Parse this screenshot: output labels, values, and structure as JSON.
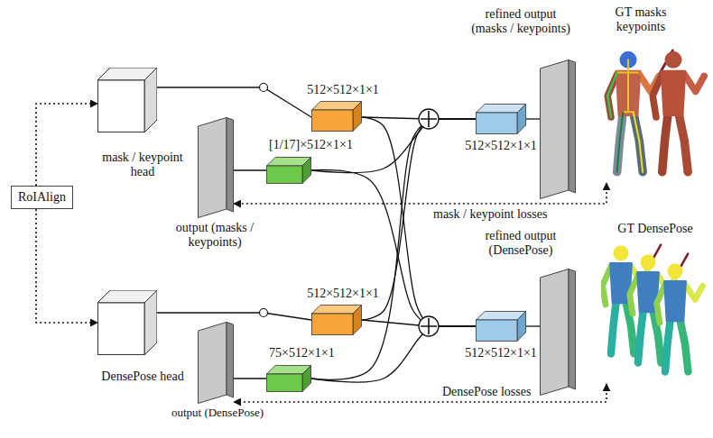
{
  "diagram": {
    "nodes": [
      {
        "text": [
          "RoIAlign"
        ]
      },
      {
        "text": [
          "mask / keypoint head"
        ]
      },
      {
        "text": [
          "output (masks / keypoints)"
        ]
      },
      {
        "text": [
          "512×512×1×1"
        ]
      },
      {
        "text": [
          "[1/17]×512×1×1"
        ]
      },
      {
        "text": [
          "512×512×1×1"
        ]
      },
      {
        "text": [
          "refined output (masks / keypoints)"
        ]
      },
      {
        "text": [
          "GT masks keypoints"
        ]
      },
      {
        "text": [
          "DensePose head"
        ]
      },
      {
        "text": [
          "output (DensePose)"
        ]
      },
      {
        "text": [
          "512×512×1×1"
        ]
      },
      {
        "text": [
          "75×512×1×1"
        ]
      },
      {
        "text": [
          "512×512×1×1"
        ]
      },
      {
        "text": [
          "refined output (DensePose)"
        ]
      },
      {
        "text": [
          "GT DensePose"
        ]
      }
    ],
    "edges": [
      {
        "from": 0,
        "to": 1,
        "arrow": "to"
      },
      {
        "from": 0,
        "to": 8,
        "arrow": "to"
      },
      {
        "from": 1,
        "to": 3,
        "arrow": "none"
      },
      {
        "from": 2,
        "to": 4,
        "arrow": "none"
      },
      {
        "from": 3,
        "to": 5,
        "arrow": "none"
      },
      {
        "from": 3,
        "to": 12,
        "arrow": "none"
      },
      {
        "from": 4,
        "to": 5,
        "arrow": "none"
      },
      {
        "from": 4,
        "to": 12,
        "arrow": "none"
      },
      {
        "from": 5,
        "to": 6,
        "arrow": "none"
      },
      {
        "from": 7,
        "to": 2,
        "label": "mask / keypoint losses",
        "arrow": "both"
      },
      {
        "from": 8,
        "to": 10,
        "arrow": "none"
      },
      {
        "from": 9,
        "to": 11,
        "arrow": "none"
      },
      {
        "from": 10,
        "to": 12,
        "arrow": "none"
      },
      {
        "from": 10,
        "to": 5,
        "arrow": "none"
      },
      {
        "from": 11,
        "to": 12,
        "arrow": "none"
      },
      {
        "from": 11,
        "to": 5,
        "arrow": "none"
      },
      {
        "from": 12,
        "to": 13,
        "arrow": "none"
      },
      {
        "from": 14,
        "to": 9,
        "label": "DensePose losses",
        "arrow": "both"
      }
    ]
  }
}
